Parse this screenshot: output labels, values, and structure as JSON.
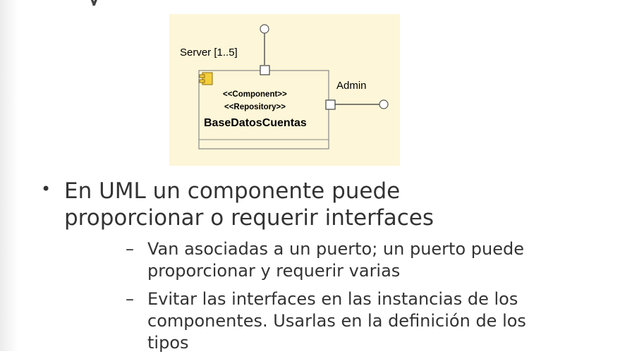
{
  "diagram": {
    "port_top_label": "Server [1..5]",
    "port_right_label": "Admin",
    "stereotype_1": "<<Component>>",
    "stereotype_2": "<<Repository>>",
    "component_name": "BaseDatosCuentas",
    "colors": {
      "background": "#fdf6d8",
      "component_fill": "#fdf6d8",
      "icon_fill": "#f4cf3c"
    },
    "component_icon": "uml-component-icon"
  },
  "bullets": {
    "main": "En UML un componente puede proporcionar o requerir interfaces",
    "sub": [
      "Van asociadas a un puerto; un puerto puede proporcionar y requerir varias",
      "Evitar las interfaces en las instancias de los componentes. Usarlas en la definición de los tipos"
    ],
    "bullet_symbol": "•",
    "dash_symbol": "–"
  }
}
